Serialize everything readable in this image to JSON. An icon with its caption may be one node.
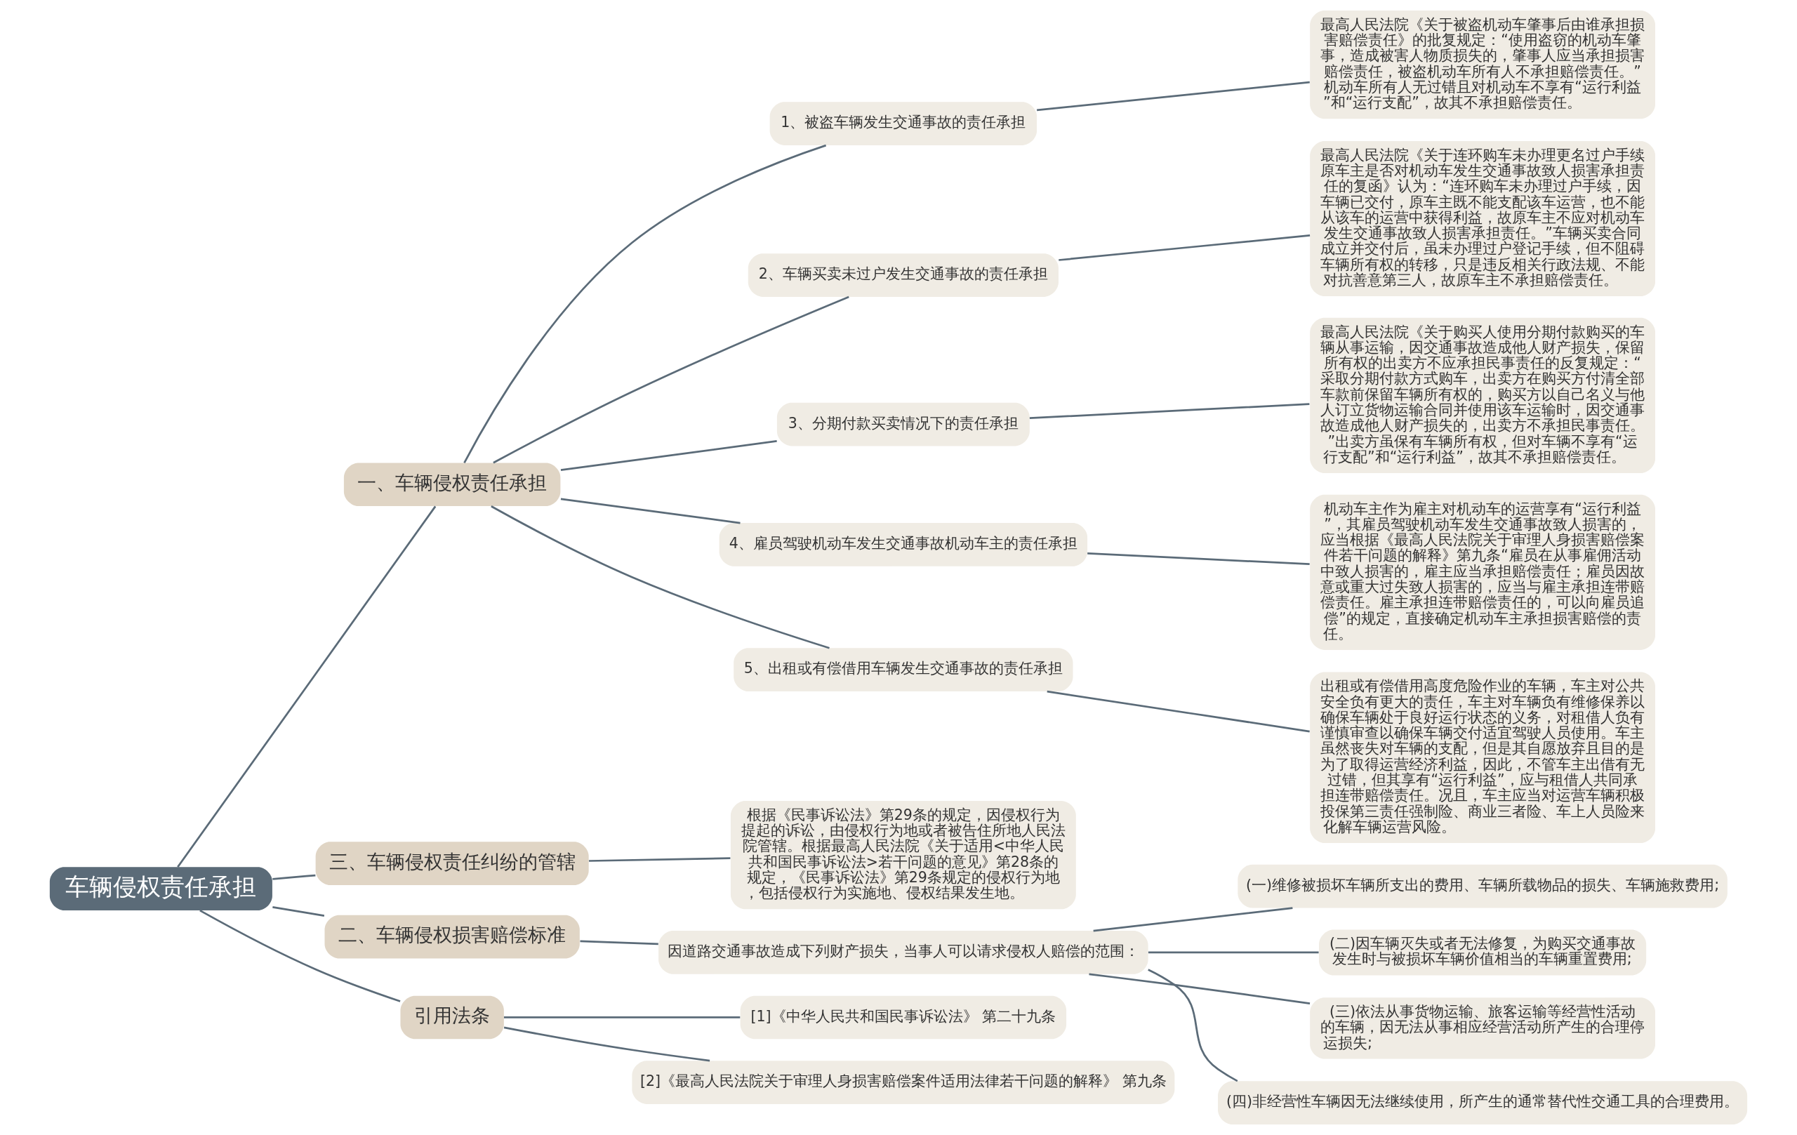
{
  "diagram": {
    "nodes": [
      {
        "text": [
          "车辆侵权责任承担"
        ]
      },
      {
        "text": [
          "一、车辆侵权责任承担"
        ]
      },
      {
        "text": [
          "1、被盗车辆发生交通事故的责任承担"
        ]
      },
      {
        "text": [
          "最高人民法院《关于被盗机动车肇事后由谁承担损害赔偿责任》的批复规定：“使用盗窃的机动车肇事，造成被害人物质损失的，肇事人应当承担损害赔偿责任，被盗机动车所有人不承担赔偿责任。”机动车所有人无过错且对机动车不享有“运行利益”和“运行支配”，故其不承担赔偿责任。"
        ]
      },
      {
        "text": [
          "2、车辆买卖未过户发生交通事故的责任承担"
        ]
      },
      {
        "text": [
          "最高人民法院《关于连环购车未办理更名过户手续原车主是否对机动车发生交通事故致人损害承担责任的复函》认为：“连环购车未办理过户手续，因车辆已交付，原车主既不能支配该车运营，也不能从该车的运营中获得利益，故原车主不应对机动车发生交通事故致人损害承担责任。”车辆买卖合同成立并交付后，虽未办理过户登记手续，但不阻碍车辆所有权的转移，只是违反相关行政法规、不能对抗善意第三人，故原车主不承担赔偿责任。"
        ]
      },
      {
        "text": [
          "3、分期付款买卖情况下的责任承担"
        ]
      },
      {
        "text": [
          "最高人民法院《关于购买人使用分期付款购买的车辆从事运输，因交通事故造成他人财产损失，保留所有权的出卖方不应承担民事责任的反复规定：“采取分期付款方式购车，出卖方在购买方付清全部车款前保留车辆所有权的，购买方以自己名义与他人订立货物运输合同并使用该车运输时，因交通事故造成他人财产损失的，出卖方不承担民事责任。”出卖方虽保有车辆所有权，但对车辆不享有“运行支配”和“运行利益”，故其不承担赔偿责任。"
        ]
      },
      {
        "text": [
          "4、雇员驾驶机动车发生交通事故机动车主的责任承担"
        ]
      },
      {
        "text": [
          "机动车主作为雇主对机动车的运营享有“运行利益”，其雇员驾驶机动车发生交通事故致人损害的，应当根据《最高人民法院关于审理人身损害赔偿案件若干问题的解释》第九条“雇员在从事雇佣活动中致人损害的，雇主应当承担赔偿责任；雇员因故意或重大过失致人损害的，应当与雇主承担连带赔偿责任。雇主承担连带赔偿责任的，可以向雇员追偿”的规定，直接确定机动车主承担损害赔偿的责任。"
        ]
      },
      {
        "text": [
          "5、出租或有偿借用车辆发生交通事故的责任承担"
        ]
      },
      {
        "text": [
          "出租或有偿借用高度危险作业的车辆，车主对公共安全负有更大的责任，车主对车辆负有维修保养以确保车辆处于良好运行状态的义务，对租借人负有谨慎审查以确保车辆交付适宜驾驶人员使用。车主虽然丧失对车辆的支配，但是其自愿放弃且目的是为了取得运营经济利益，因此，不管车主出借有无过错，但其享有“运行利益”，应与租借人共同承担连带赔偿责任。况且，车主应当对运营车辆积极投保第三责任强制险、商业三者险、车上人员险来化解车辆运营风险。"
        ]
      },
      {
        "text": [
          "三、车辆侵权责任纠纷的管辖"
        ]
      },
      {
        "text": [
          "根据《民事诉讼法》第29条的规定，因侵权行为提起的诉讼，由侵权行为地或者被告住所地人民法院管辖。根据最高人民法院《关于适用<中华人民共和国民事诉讼法>若干问题的意见》第28条的规定，《民事诉讼法》第29条规定的侵权行为地，包括侵权行为实施地、侵权结果发生地。"
        ]
      },
      {
        "text": [
          "二、车辆侵权损害赔偿标准"
        ]
      },
      {
        "text": [
          "因道路交通事故造成下列财产损失，当事人可以请求侵权人赔偿的范围："
        ]
      },
      {
        "text": [
          "(一)维修被损坏车辆所支出的费用、车辆所载物品的损失、车辆施救费用;"
        ]
      },
      {
        "text": [
          "(二)因车辆灭失或者无法修复，为购买交通事故发生时与被损坏车辆价值相当的车辆重置费用;"
        ]
      },
      {
        "text": [
          "(三)依法从事货物运输、旅客运输等经营性活动的车辆，因无法从事相应经营活动所产生的合理停运损失;"
        ]
      },
      {
        "text": [
          "(四)非经营性车辆因无法继续使用，所产生的通常替代性交通工具的合理费用。"
        ]
      },
      {
        "text": [
          "引用法条"
        ]
      },
      {
        "text": [
          "[1]《中华人民共和国民事诉讼法》 第二十九条"
        ]
      },
      {
        "text": [
          "[2]《最高人民法院关于审理人身损害赔偿案件适用法律若干问题的解释》 第九条"
        ]
      }
    ],
    "edges": [
      {
        "from": 0,
        "to": 1,
        "arrow": "none"
      },
      {
        "from": 1,
        "to": 2,
        "arrow": "none"
      },
      {
        "from": 2,
        "to": 3,
        "arrow": "none"
      },
      {
        "from": 1,
        "to": 4,
        "arrow": "none"
      },
      {
        "from": 4,
        "to": 5,
        "arrow": "none"
      },
      {
        "from": 1,
        "to": 6,
        "arrow": "none"
      },
      {
        "from": 6,
        "to": 7,
        "arrow": "none"
      },
      {
        "from": 1,
        "to": 8,
        "arrow": "none"
      },
      {
        "from": 8,
        "to": 9,
        "arrow": "none"
      },
      {
        "from": 1,
        "to": 10,
        "arrow": "none"
      },
      {
        "from": 10,
        "to": 11,
        "arrow": "none"
      },
      {
        "from": 0,
        "to": 12,
        "arrow": "none"
      },
      {
        "from": 12,
        "to": 13,
        "arrow": "none"
      },
      {
        "from": 0,
        "to": 14,
        "arrow": "none"
      },
      {
        "from": 14,
        "to": 15,
        "arrow": "none"
      },
      {
        "from": 15,
        "to": 16,
        "arrow": "none"
      },
      {
        "from": 15,
        "to": 17,
        "arrow": "none"
      },
      {
        "from": 15,
        "to": 18,
        "arrow": "none"
      },
      {
        "from": 15,
        "to": 19,
        "arrow": "none"
      },
      {
        "from": 0,
        "to": 20,
        "arrow": "none"
      },
      {
        "from": 20,
        "to": 21,
        "arrow": "none"
      },
      {
        "from": 20,
        "to": 22,
        "arrow": "none"
      }
    ]
  }
}
